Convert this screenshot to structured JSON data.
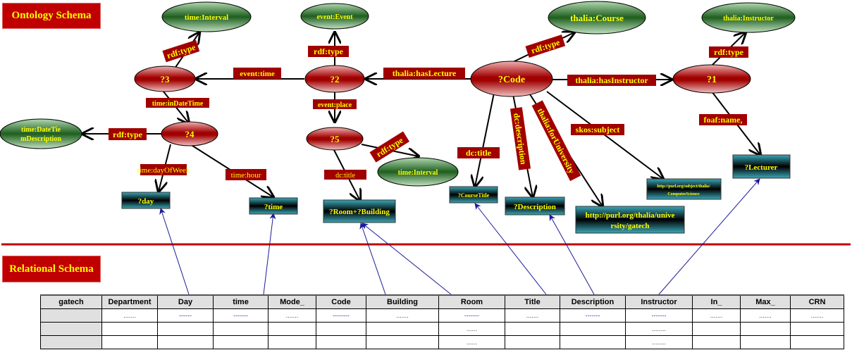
{
  "sections": {
    "ontology_title": "Ontology Schema",
    "relational_title": "Relational Schema"
  },
  "colors": {
    "header_bg": "#c00000",
    "header_text": "#ffff00",
    "class_node": "#1e6b1e",
    "variable_node": "#b00000",
    "literal_box": "#1a7a8a",
    "edge_label_bg": "#a00000",
    "mapping_line": "#1a1a9a",
    "divider": "#c00000"
  },
  "nodes": {
    "time_interval_top": "time:Interval",
    "event_event": "event:Event",
    "thalia_course": "thalia:Course",
    "thalia_instructor": "thalia:Instructor",
    "v3": "?3",
    "v2": "?2",
    "vcode": "?Code",
    "v1": "?1",
    "time_datetime_desc_1": "time:DateTie",
    "time_datetime_desc_2": "mDescription",
    "v4": "?4",
    "v5": "?5",
    "time_interval_bottom": "time:Interval",
    "day": "?day",
    "time": "?time",
    "room_building": "?Room+?Building",
    "course_title": "?CourseTitle",
    "description": "?Description",
    "university_url_1": "http://purl.org/thalia/unive",
    "university_url_2": "rsity/gatech",
    "subject_url_1": "http://purl.org/subject/thalia/",
    "subject_url_2": "ComputerScience",
    "lecturer": "?Lecturer"
  },
  "edge_labels": {
    "rdf_type_3": "rdf:type",
    "rdf_type_2": "rdf:type",
    "rdf_type_code": "rdf:type",
    "rdf_type_1": "rdf:type",
    "event_time": "event:time",
    "has_lecture": "thalia:hasLecture",
    "has_instructor": "thalia:hasInstructor",
    "in_date_time": "time:inDateTime",
    "event_place": "event:place",
    "rdf_type_4": "rdf:type",
    "rdf_type_5": "rdf:type",
    "day_of_week": "time:dayOfWeek",
    "hour": "time:hour",
    "dc_title_5": "dc:title",
    "dc_title_code": "dc:title",
    "dc_description": "dc:description",
    "for_university": "thalia:forUniversity",
    "skos_subject": "skos:subject",
    "foaf_name": "foaf:name,"
  },
  "table": {
    "columns": [
      "gatech",
      "Department",
      "Day",
      "time",
      "Mode_",
      "Code",
      "Building",
      "Room",
      "Title",
      "Description",
      "Instructor",
      "In_",
      "Max_",
      "CRN"
    ],
    "rows": [
      [
        "",
        ".......",
        "------",
        "-------",
        ".......",
        "--------",
        ".......",
        "-------",
        ".......",
        "-------",
        "-------",
        ".......",
        ".......",
        "......."
      ],
      [
        "",
        "",
        "",
        "",
        "",
        "",
        "",
        "......",
        "",
        "",
        "........",
        "",
        "",
        ""
      ],
      [
        "",
        "",
        "",
        "",
        "",
        "",
        "",
        "......",
        "",
        "",
        "........",
        "",
        "",
        ""
      ]
    ]
  }
}
